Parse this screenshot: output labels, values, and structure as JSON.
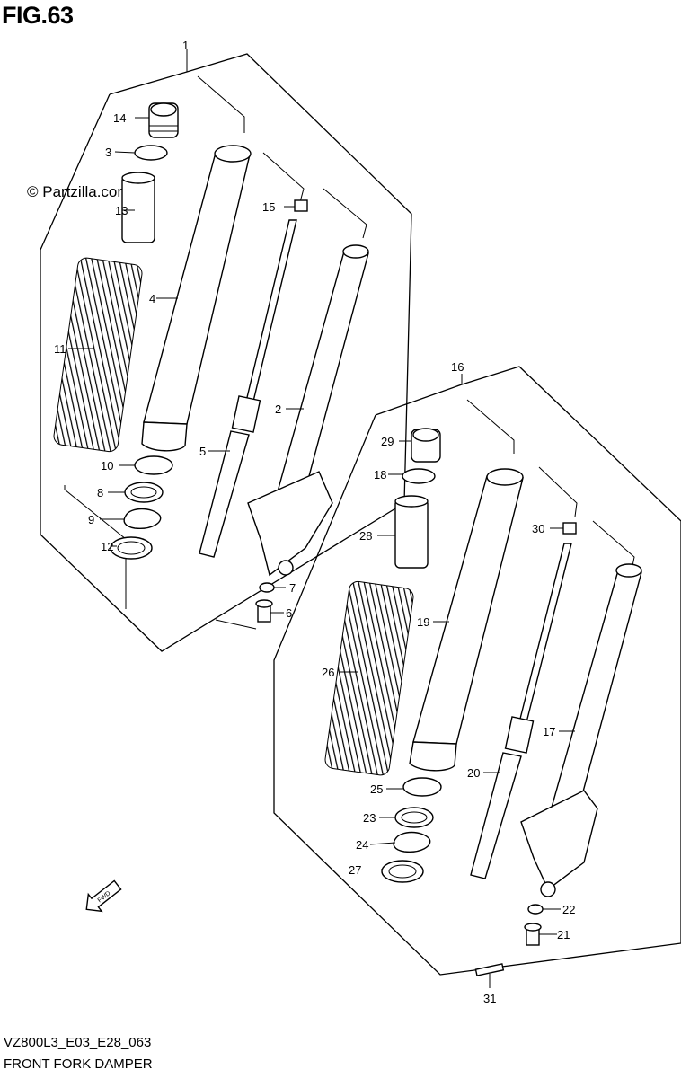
{
  "figure": {
    "title": "FIG.63",
    "watermark": "© Partzilla.com",
    "model_code": "VZ800L3_E03_E28_063",
    "diagram_name": "FRONT FORK DAMPER",
    "fwd_label": "FWD"
  },
  "callouts": [
    "1",
    "2",
    "3",
    "4",
    "5",
    "6",
    "7",
    "8",
    "9",
    "10",
    "11",
    "12",
    "13",
    "14",
    "15",
    "16",
    "17",
    "18",
    "19",
    "20",
    "21",
    "22",
    "23",
    "24",
    "25",
    "26",
    "27",
    "28",
    "29",
    "30",
    "31"
  ]
}
